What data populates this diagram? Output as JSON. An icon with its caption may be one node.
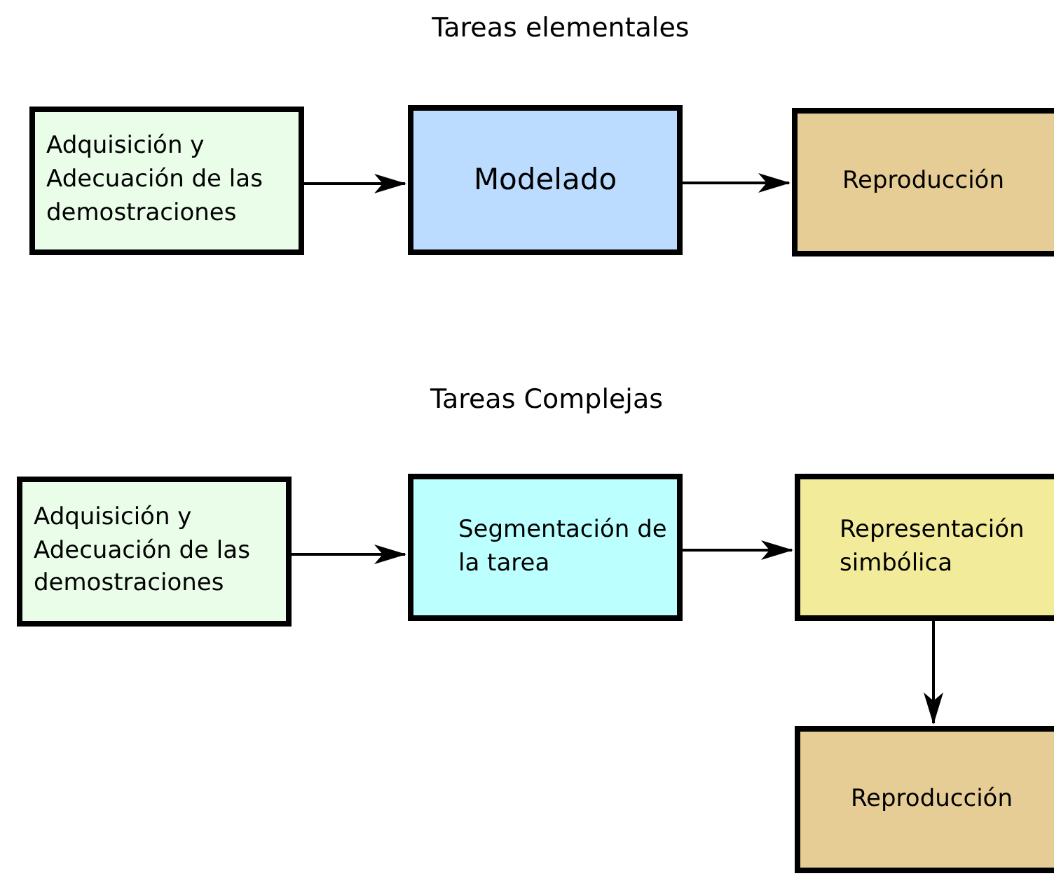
{
  "diagram": {
    "nodes": [
      {
        "text": [
          "Adquisición y Adecuación de las demostraciones"
        ]
      },
      {
        "text": [
          "Modelado"
        ]
      },
      {
        "text": [
          "Reproducción"
        ]
      },
      {
        "text": [
          "Adquisición y Adecuación de las demostraciones"
        ]
      },
      {
        "text": [
          "Segmentación de la tarea"
        ]
      },
      {
        "text": [
          "Representación simbólica"
        ]
      },
      {
        "text": [
          "Reproducción"
        ]
      }
    ],
    "edges": [
      {
        "from": 0,
        "to": 1,
        "arrow": "to"
      },
      {
        "from": 1,
        "to": 2,
        "arrow": "to"
      },
      {
        "from": 3,
        "to": 4,
        "arrow": "to"
      },
      {
        "from": 4,
        "to": 5,
        "arrow": "to"
      },
      {
        "from": 5,
        "to": 6,
        "arrow": "to"
      }
    ],
    "labels": [
      "Tareas elementales",
      "Tareas Complejas"
    ]
  }
}
